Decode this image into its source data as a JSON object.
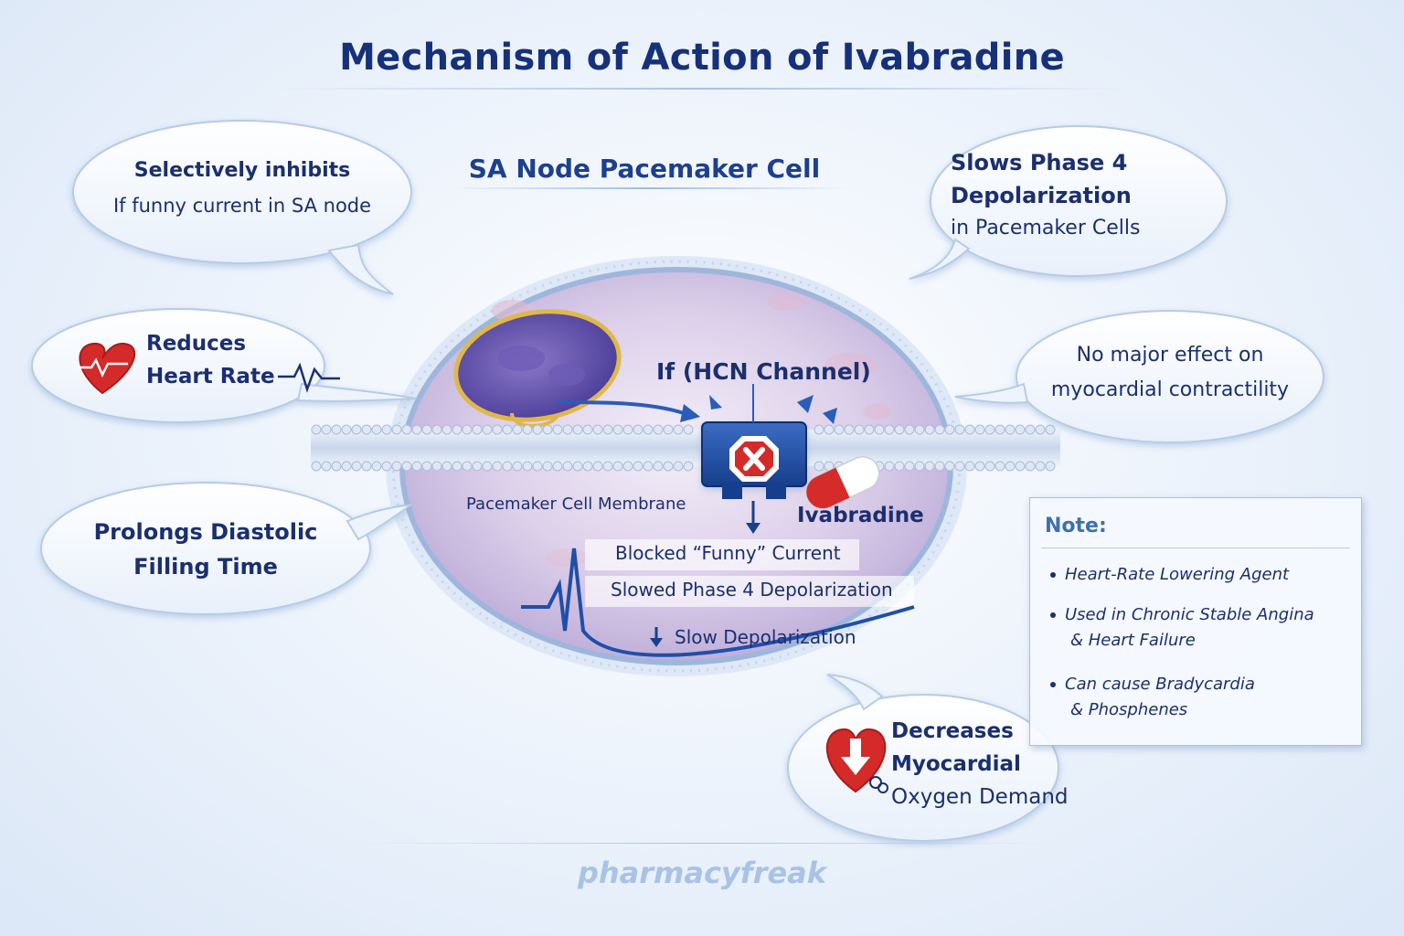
{
  "title": "Mechanism of Action of Ivabradine",
  "subtitle": "SA Node Pacemaker Cell",
  "bubbles": {
    "selective": {
      "line1": "Selectively inhibits",
      "line2": "If funny current in SA node"
    },
    "phase4": {
      "line1": "Slows Phase 4",
      "line2": "Depolarization",
      "line3": "in Pacemaker Cells"
    },
    "heart_rate": {
      "line1": "Reduces",
      "line2": "Heart Rate"
    },
    "contractility": {
      "line1": "No major effect on",
      "line2": "myocardial contractility"
    },
    "diastolic": {
      "line1": "Prolongs Diastolic",
      "line2": "Filling Time"
    },
    "oxygen": {
      "line1": "Decreases",
      "line2": "Myocardial",
      "line3": "Oxygen Demand"
    }
  },
  "cell": {
    "channel_label": "If  (HCN Channel)",
    "membrane_label": "Pacemaker Cell Membrane",
    "drug_label": "Ivabradine",
    "steps": [
      "Blocked “Funny” Current",
      "Slowed Phase 4 Depolarization",
      "Slow Depolarization"
    ]
  },
  "note": {
    "title": "Note:",
    "items": [
      {
        "line1": "Heart-Rate Lowering Agent",
        "line2": ""
      },
      {
        "line1": "Used in Chronic Stable Angina",
        "line2": "& Heart Failure"
      },
      {
        "line1": "Can cause Bradycardia",
        "line2": "& Phosphenes"
      }
    ]
  },
  "watermark": "pharmacyfreak",
  "colors": {
    "title": "#16307a",
    "text": "#1b2f6e",
    "heart_red": "#d42a2a",
    "channel_blue": "#1f4fa8",
    "cell_purple": "#cdbfe0"
  },
  "icons": [
    "heart-ecg-icon",
    "heart-down-arrow-icon",
    "stop-block-icon",
    "capsule-icon",
    "nucleus-icon",
    "down-arrow-icon"
  ]
}
